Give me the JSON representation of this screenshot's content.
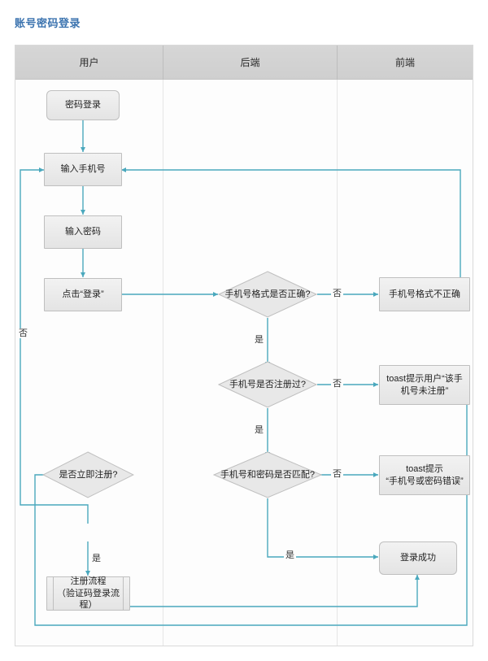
{
  "page": {
    "title": "账号密码登录",
    "title_color": "#3b73af"
  },
  "colors": {
    "edge": "#4aa8bd",
    "node_border": "#bfbfbf",
    "node_fill_top": "#f2f2f2",
    "node_fill_bottom": "#e4e4e4",
    "lane_header": "#d4d4d4",
    "frame_border": "#d9d9d9"
  },
  "lanes": [
    {
      "id": "user",
      "label": "用户"
    },
    {
      "id": "backend",
      "label": "后端"
    },
    {
      "id": "frontend",
      "label": "前端"
    }
  ],
  "nodes": [
    {
      "id": "start",
      "lane": "user",
      "shape": "rounded",
      "label": "密码登录"
    },
    {
      "id": "input_phone",
      "lane": "user",
      "shape": "sharp",
      "label": "输入手机号"
    },
    {
      "id": "input_pwd",
      "lane": "user",
      "shape": "sharp",
      "label": "输入密码"
    },
    {
      "id": "click_login",
      "lane": "user",
      "shape": "sharp",
      "label": "点击“登录”"
    },
    {
      "id": "check_format",
      "lane": "backend",
      "shape": "diamond",
      "label": "手机号格式是否正确?"
    },
    {
      "id": "check_regist",
      "lane": "backend",
      "shape": "diamond",
      "label": "手机号是否注册过?"
    },
    {
      "id": "check_match",
      "lane": "backend",
      "shape": "diamond",
      "label": "手机号和密码是否匹配?"
    },
    {
      "id": "ask_register",
      "lane": "user",
      "shape": "diamond",
      "label": "是否立即注册?"
    },
    {
      "id": "register_flow",
      "lane": "user",
      "shape": "subproc",
      "label": "注册流程\n（验证码登录流程）"
    },
    {
      "id": "bad_format",
      "lane": "frontend",
      "shape": "sharp",
      "label": "手机号格式不正确"
    },
    {
      "id": "toast_unreg",
      "lane": "frontend",
      "shape": "sharp",
      "label": "toast提示用户“该手机号未注册”"
    },
    {
      "id": "toast_mismatch",
      "lane": "frontend",
      "shape": "sharp",
      "label": "toast提示\n“手机号或密码错误”"
    },
    {
      "id": "login_success",
      "lane": "frontend",
      "shape": "rounded",
      "label": "登录成功"
    }
  ],
  "edge_labels": {
    "format_no": "否",
    "format_yes": "是",
    "regist_no": "否",
    "regist_yes": "是",
    "match_no": "否",
    "match_yes": "是",
    "register_no": "否",
    "register_yes": "是"
  }
}
